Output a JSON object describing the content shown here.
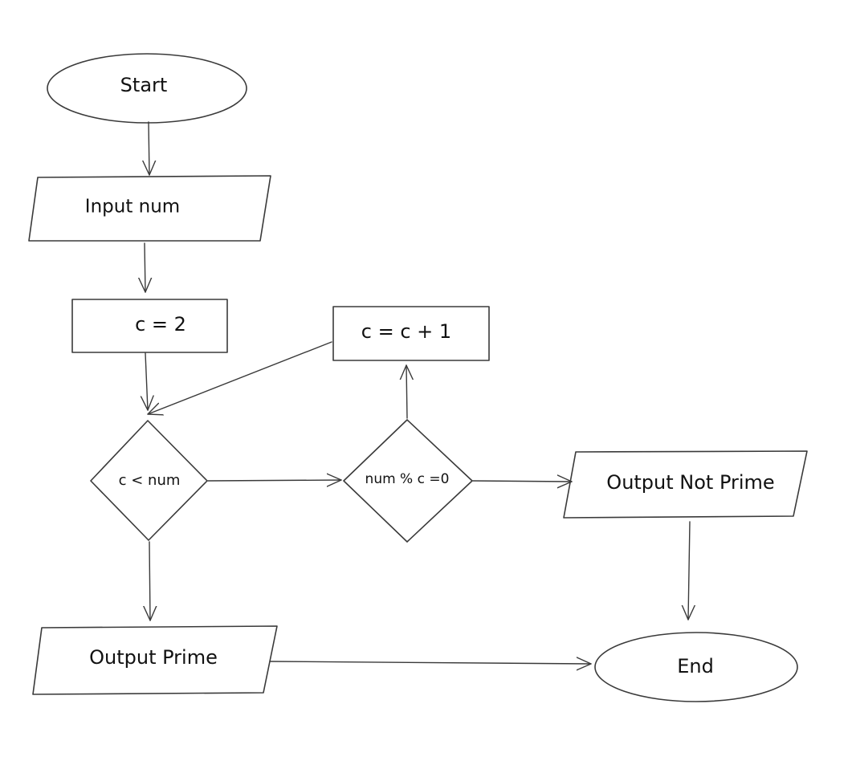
{
  "flowchart": {
    "nodes": {
      "start": {
        "shape": "ellipse",
        "label": "Start"
      },
      "input_num": {
        "shape": "parallelogram",
        "label": "Input num"
      },
      "init_c": {
        "shape": "rectangle",
        "label": "c = 2"
      },
      "cond_c_lt_num": {
        "shape": "diamond",
        "label": "c < num"
      },
      "increment_c": {
        "shape": "rectangle",
        "label": "c = c + 1"
      },
      "cond_mod_zero": {
        "shape": "diamond",
        "label": "num % c =0"
      },
      "output_not_prime": {
        "shape": "parallelogram",
        "label": "Output Not Prime"
      },
      "output_prime": {
        "shape": "parallelogram",
        "label": "Output Prime"
      },
      "end": {
        "shape": "ellipse",
        "label": "End"
      }
    },
    "edges": [
      {
        "from": "start",
        "to": "input_num"
      },
      {
        "from": "input_num",
        "to": "init_c"
      },
      {
        "from": "init_c",
        "to": "cond_c_lt_num"
      },
      {
        "from": "increment_c",
        "to": "cond_c_lt_num"
      },
      {
        "from": "cond_c_lt_num",
        "to": "cond_mod_zero"
      },
      {
        "from": "cond_mod_zero",
        "to": "increment_c"
      },
      {
        "from": "cond_mod_zero",
        "to": "output_not_prime"
      },
      {
        "from": "cond_c_lt_num",
        "to": "output_prime"
      },
      {
        "from": "output_not_prime",
        "to": "end"
      },
      {
        "from": "output_prime",
        "to": "end"
      }
    ]
  }
}
